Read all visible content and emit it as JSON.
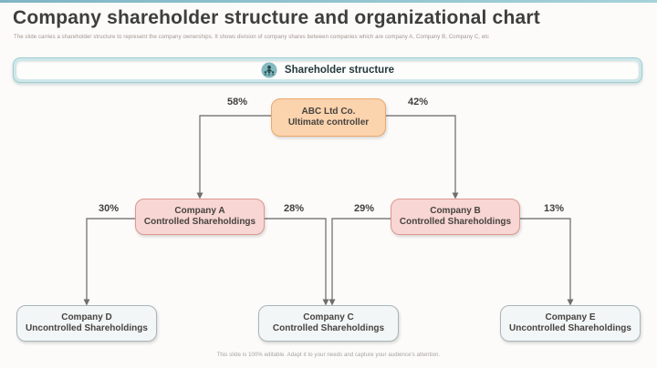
{
  "slide": {
    "title": "Company shareholder structure and organizational chart",
    "subtitle": "The slide carries a shareholder structure to represent the company ownerships. It shows division of company shares between companies which are company A, Company B, Company C, etc",
    "footer": "This slide is 100% editable. Adapt it to your needs and capture your audience's attention."
  },
  "banner": {
    "label": "Shareholder structure",
    "icon": "people-group-icon"
  },
  "colors": {
    "top_accent": "#8fc0cc",
    "banner_fill": "#cfe7e9",
    "banner_icon_circle": "#85bac1",
    "root_fill": "#fbd3ad",
    "root_border": "#eaa96f",
    "controlled_fill": "#f8d6d3",
    "controlled_border": "#dd9791",
    "uncontrolled_fill": "#f2f6f7",
    "uncontrolled_border": "#a9b5b9",
    "connector": "#7d7d7d"
  },
  "diagram": {
    "type": "org-chart",
    "nodes": [
      {
        "id": "abc",
        "title": "ABC Ltd Co.",
        "subtitle": "Ultimate controller"
      },
      {
        "id": "company-a",
        "title": "Company A",
        "subtitle": "Controlled Shareholdings"
      },
      {
        "id": "company-b",
        "title": "Company B",
        "subtitle": "Controlled Shareholdings"
      },
      {
        "id": "company-d",
        "title": "Company D",
        "subtitle": "Uncontrolled Shareholdings"
      },
      {
        "id": "company-c",
        "title": "Company C",
        "subtitle": "Controlled Shareholdings"
      },
      {
        "id": "company-e",
        "title": "Company E",
        "subtitle": "Uncontrolled Shareholdings"
      }
    ],
    "edges": [
      {
        "from": "ABC Ltd Co.",
        "to": "Company A",
        "label": "58%"
      },
      {
        "from": "ABC Ltd Co.",
        "to": "Company B",
        "label": "42%"
      },
      {
        "from": "Company A",
        "to": "Company D",
        "label": "30%"
      },
      {
        "from": "Company A",
        "to": "Company C",
        "label": "28%"
      },
      {
        "from": "Company B",
        "to": "Company C",
        "label": "29%"
      },
      {
        "from": "Company B",
        "to": "Company E",
        "label": "13%"
      }
    ]
  }
}
